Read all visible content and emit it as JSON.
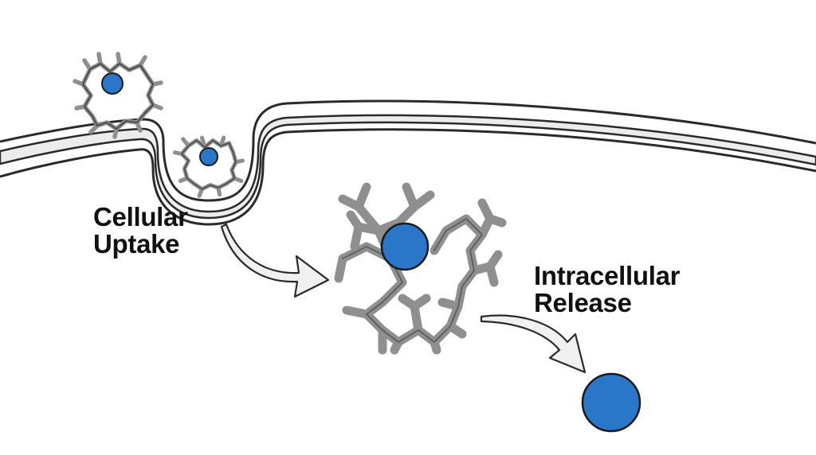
{
  "labels": {
    "uptake": [
      "Cellular",
      "Uptake"
    ],
    "release": [
      "Intracellular",
      "Release"
    ]
  },
  "colors": {
    "cargo": "#2a76c9",
    "cargo_outline": "#1a1a1a",
    "carrier": "#8f8f8f",
    "carrier_outline": "#333333",
    "membrane_fill": "#ececec",
    "membrane_outline": "#2a2a2a",
    "arrow": "#f0f0f0",
    "arrow_outline": "#2a2a2a",
    "text": "#111111"
  },
  "icons": [
    "cell-membrane",
    "carrier-complex-icon",
    "cargo-molecule-icon",
    "process-arrow-icon"
  ]
}
